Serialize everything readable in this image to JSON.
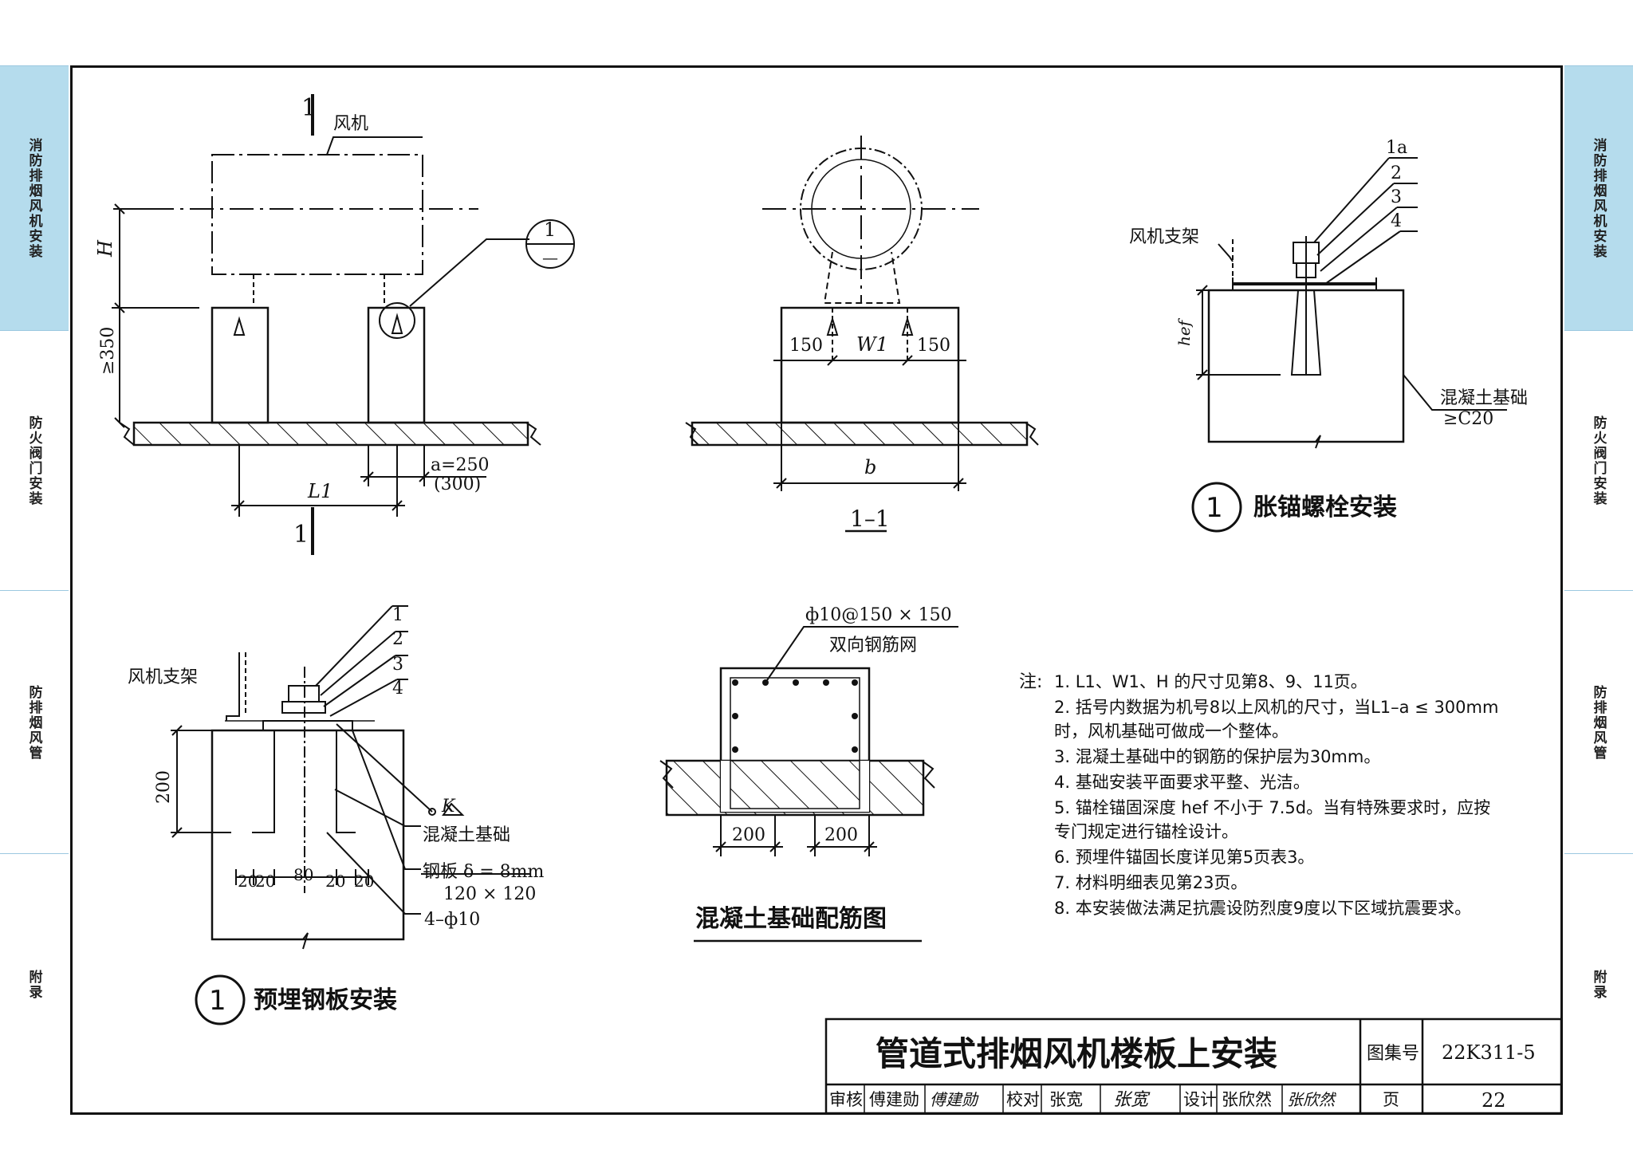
{
  "side_tabs": {
    "left": [
      "消防排烟风机安装",
      "防火阀门安装",
      "防排烟风管",
      "附录"
    ],
    "right": [
      "消防排烟风机安装",
      "防火阀门安装",
      "防排烟风管",
      "附录"
    ]
  },
  "elevation": {
    "section_mark": "1",
    "fan_label": "风机",
    "dim_H": "H",
    "dim_350": "≥350",
    "dim_a": "a=250",
    "dim_a_alt": "(300)",
    "dim_L1": "L1",
    "detail_num": "1",
    "detail_den": "—"
  },
  "section": {
    "dim_150_left": "150",
    "dim_W1": "W1",
    "dim_150_right": "150",
    "dim_b": "b",
    "title": "1–1"
  },
  "anchor_detail": {
    "labels": [
      "1a",
      "2",
      "3",
      "4"
    ],
    "support_label": "风机支架",
    "hef": "hef",
    "concrete_label": "混凝土基础",
    "grade": "≥C20",
    "title_num": "1",
    "title": "胀锚螺栓安装"
  },
  "plate_detail": {
    "labels": [
      "1",
      "2",
      "3",
      "4"
    ],
    "support_label": "风机支架",
    "dim_200": "200",
    "k_mark": "K",
    "concrete_label": "混凝土基础",
    "plate_label": "钢板 δ = 8mm",
    "plate_size": "120 × 120",
    "bars": "4–ф10",
    "dims_bottom": [
      "20",
      "20",
      "80",
      "20",
      "20"
    ],
    "title_num": "1",
    "title": "预埋钢板安装"
  },
  "rebar_detail": {
    "rebar_spec": "ф10@150 × 150",
    "rebar_desc": "双向钢筋网",
    "dim_left": "200",
    "dim_right": "200",
    "title": "混凝土基础配筋图"
  },
  "notes": {
    "header": "注:",
    "items": [
      "1.  L1、W1、H 的尺寸见第8、9、11页。",
      "2.  括号内数据为机号8以上风机的尺寸，当L1–a ≤ 300mm",
      "     时，风机基础可做成一个整体。",
      "3.  混凝土基础中的钢筋的保护层为30mm。",
      "4.  基础安装平面要求平整、光洁。",
      "5.  锚栓锚固深度 hef 不小于 7.5d。当有特殊要求时，应按",
      "     专门规定进行锚栓设计。",
      "6.  预埋件锚固长度详见第5页表3。",
      "7.  材料明细表见第23页。",
      "8.  本安装做法满足抗震设防烈度9度以下区域抗震要求。"
    ]
  },
  "title_block": {
    "title": "管道式排烟风机楼板上安装",
    "atlas_label": "图集号",
    "atlas_no": "22K311-5",
    "review_label": "审核",
    "review_name": "傅建勋",
    "review_sign": "傅建勋",
    "check_label": "校对",
    "check_name": "张宽",
    "check_sign": "张宽",
    "design_label": "设计",
    "design_name": "张欣然",
    "design_sign": "张欣然",
    "page_label": "页",
    "page_no": "22"
  }
}
